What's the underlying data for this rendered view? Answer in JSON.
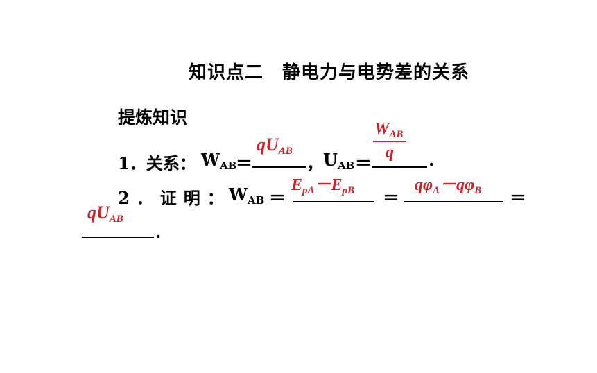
{
  "title": "知识点二　静电力与电势差的关系",
  "heading": "提炼知识",
  "line1": {
    "prefix": "1．关系：",
    "w": "W",
    "w_sub": "AB",
    "eq": "＝",
    "comma": "，",
    "u": "U",
    "u_sub": "AB",
    "period": ".",
    "answer1": {
      "q": "q",
      "u": "U",
      "sub": "AB"
    },
    "answer2": {
      "num": "W",
      "num_sub": "AB",
      "den": "q"
    }
  },
  "line2": {
    "prefix": "2．证明：",
    "w": "W",
    "w_sub": "AB",
    "eq": "＝",
    "answer1": {
      "e1": "E",
      "e1_sub": "pA",
      "minus": "－",
      "e2": "E",
      "e2_sub": "pB"
    },
    "answer2": {
      "q1": "qφ",
      "s1": "A",
      "minus": "－",
      "q2": "qφ",
      "s2": "B"
    },
    "answer3": {
      "q": "q",
      "u": "U",
      "sub": "AB"
    },
    "period": "."
  },
  "colors": {
    "answer": "#d0202a",
    "text": "#000000"
  }
}
